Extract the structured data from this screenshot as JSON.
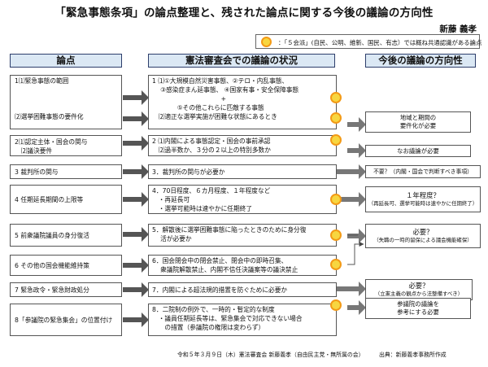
{
  "title": "「緊急事態条項」の論点整理と、残された論点に関する今後の議論の方向性",
  "author": "新藤 義孝",
  "legend": {
    "text": "：「５会派」(自民、公明、維新、国民、有志）では概ね共通認識がある論点",
    "marker_color": "#f7d640",
    "marker_border": "#f39a16"
  },
  "headers": {
    "issues": "論点",
    "commission": "憲法審査会での議論の状況",
    "direction": "今後の議論の方向性"
  },
  "rows": [
    {
      "issue": "1⑴緊急事態の範囲\n\n\n\n⑵選挙困難事態の要件化",
      "status": "1 ⑴①大規模自然災害事態、②テロ・内乱事態、\n　 ③感染症まん延事態、 ④国家有事・安全保障事態\n　　　　　　　　　　　+\n　　　　⑤その他これらに匹敵する事態\n　⑵適正な選挙実施が困難な状態にあるとき",
      "result": "地域と期間の\n要件化が必要"
    },
    {
      "issue": "2⑴認定主体・国会の関与\n　⑵議決要件",
      "status": "2 ⑴内閣による事態認定・国会の事前承認\n　⑵過半数か、３分の２以上の特別多数か",
      "result": "なお議論が必要"
    },
    {
      "issue": "3 裁判所の関与",
      "status": "3．裁判所の関与が必要か",
      "result": "不要？（内閣・国会で判断すべき事項）"
    },
    {
      "issue": "4 任期延長期間の上限等",
      "status": "4．70日程度、６カ月程度、１年程度など\n　・再延長可\n　・選挙可能時は速やかに任期終了",
      "result_main": "１年程度？",
      "result_sub": "（再延長可、選挙可能時は速やかに任期終了）"
    },
    {
      "issue": "5 前衆議院議員の身分復活",
      "status": "5．解散後に選挙困難事態に陥ったときのために身分復\n　 活が必要か",
      "result_main": "必要？",
      "result_sub": "（失職の一時的留保による議会機能確保）"
    },
    {
      "issue": "6 その他の国会機能維持策",
      "status": "6．国会閉会中の閉会禁止、閉会中の即時召集、\n　 衆議院解散禁止、内閣不信任決議案等の議決禁止",
      "result": ""
    },
    {
      "issue": "7 緊急政令・緊急財政処分",
      "status": "7．内閣による超法規的措置を防ぐために必要か",
      "result_main": "必要？",
      "result_sub": "（立憲主義の観点から法整備すべき）"
    },
    {
      "issue": "8「参議院の緊急集会」の位置付け",
      "status": "8．二院制の例外で、一時的・暫定的な制度\n　・議員任期延長等は、緊急集会で対応できない場合\n　　の措置（参議院の権限は変わらず）",
      "result": "参議院の議論を\n参考にする必要"
    }
  ],
  "footer": {
    "left": "令和５年３月９日（木）憲法審査会 新藤義孝（自由民主党・無所属の会）",
    "right": "出典：新藤義孝事務所作成"
  }
}
